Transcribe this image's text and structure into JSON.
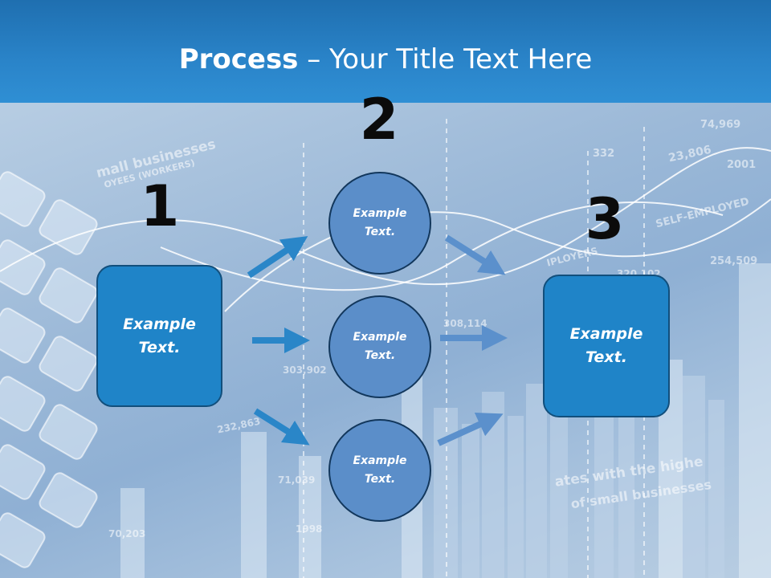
{
  "slide": {
    "title_bold": "Process",
    "title_rest": " – Your Title Text Here"
  },
  "steps": {
    "one": "1",
    "two": "2",
    "three": "3"
  },
  "boxes": {
    "left": "Example Text.",
    "right": "Example Text."
  },
  "circles": {
    "top": "Example Text.",
    "middle": "Example Text.",
    "bottom": "Example Text."
  },
  "colors": {
    "header": "#2a84c9",
    "box_fill": "#1f84c8",
    "circle_fill": "#5b8ec9",
    "arrow": "#2a86c8"
  },
  "background_text": {
    "t1": "mall businesses",
    "t2": "OYEES (WORKERS)",
    "t3": "23,806",
    "t4": "74,969",
    "t5": "2001",
    "t6": "SELF-EMPLOYED",
    "t7": "254,509",
    "t8": "320,102",
    "t9": "308,114",
    "t10": "303,902",
    "t11": "232,863",
    "t12": "71,039",
    "t13": "70,203",
    "t14": "1998",
    "t15": "ates with the highe",
    "t16": "of small businesses",
    "t17": "IPLOYERS",
    "t18": "332"
  }
}
